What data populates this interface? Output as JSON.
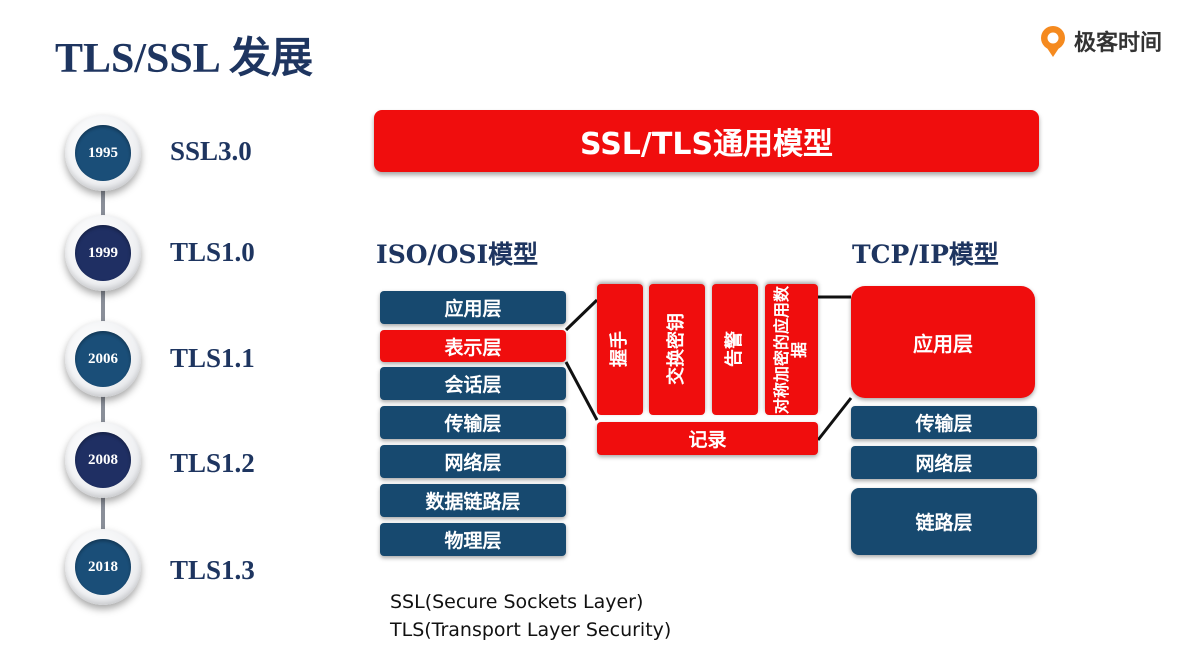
{
  "title": "TLS/SSL 发展",
  "logo": {
    "text": "极客时间"
  },
  "timeline": [
    {
      "year": "1995",
      "label": "SSL3.0",
      "color": "#1a4e78"
    },
    {
      "year": "1999",
      "label": "TLS1.0",
      "color": "#1f2f63"
    },
    {
      "year": "2006",
      "label": "TLS1.1",
      "color": "#1a4e78"
    },
    {
      "year": "2008",
      "label": "TLS1.2",
      "color": "#1f2f63"
    },
    {
      "year": "2018",
      "label": "TLS1.3",
      "color": "#1a4e78"
    }
  ],
  "banner": "SSL/TLS通用模型",
  "osi": {
    "title": "ISO/OSI模型",
    "layers": [
      "应用层",
      "表示层",
      "会话层",
      "传输层",
      "网络层",
      "数据链路层",
      "物理层"
    ]
  },
  "tls_model": {
    "sub_protocols": [
      "握手",
      "交换密钥",
      "告警",
      "对称加密的应用数据"
    ],
    "record": "记录"
  },
  "tcpip": {
    "title": "TCP/IP模型",
    "layers": [
      "应用层",
      "传输层",
      "网络层",
      "链路层"
    ]
  },
  "notes": [
    "SSL(Secure Sockets Layer)",
    "TLS(Transport Layer Security)"
  ],
  "colors": {
    "red": "#f00d0d",
    "blue": "#17496f",
    "navy": "#1e3560"
  }
}
